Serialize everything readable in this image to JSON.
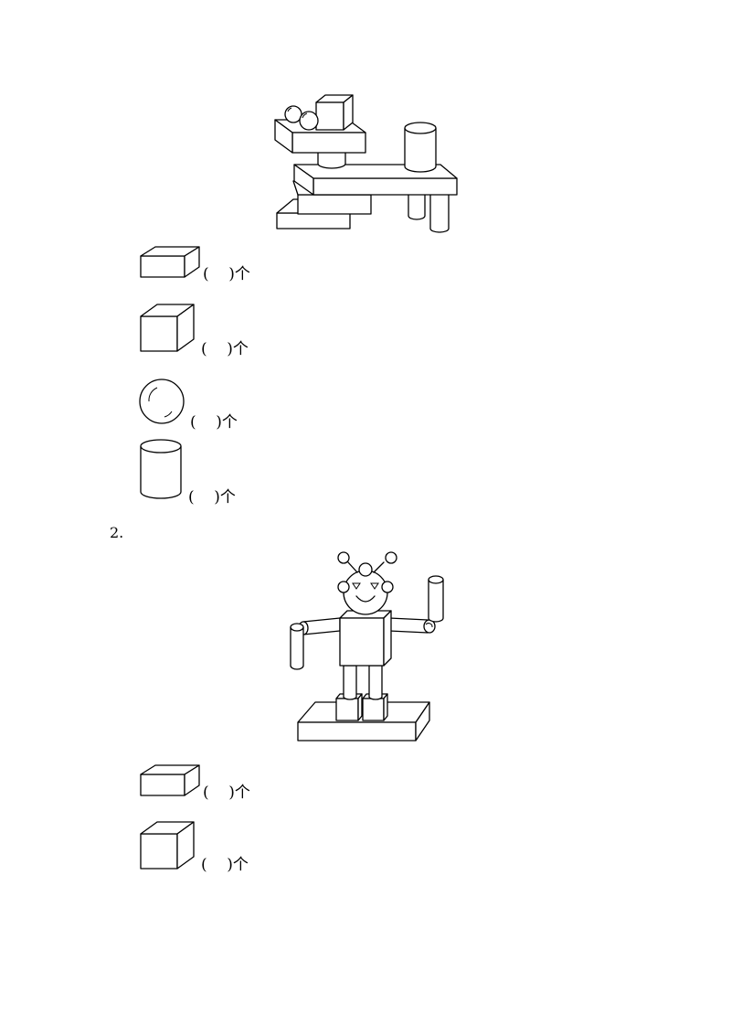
{
  "q1": {
    "answers": [
      {
        "shape": "cuboid-icon",
        "text": "(    )个"
      },
      {
        "shape": "cube-icon",
        "text": "(    )个"
      },
      {
        "shape": "sphere-icon",
        "text": "(    )个"
      },
      {
        "shape": "cylinder-icon",
        "text": "(    )个"
      }
    ]
  },
  "q2": {
    "number": "2.",
    "answers": [
      {
        "shape": "cuboid-icon",
        "text": "(    )个"
      },
      {
        "shape": "cube-icon",
        "text": "(    )个"
      }
    ]
  }
}
